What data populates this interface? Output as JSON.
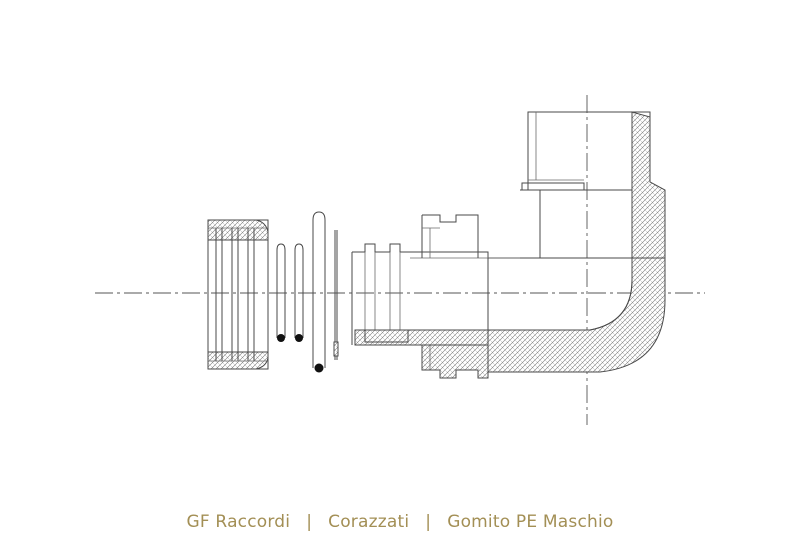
{
  "caption": {
    "brand": "GF Raccordi",
    "separator": "|",
    "category": "Corazzati",
    "product": "Gomito PE Maschio"
  },
  "colors": {
    "caption": "#a38f55",
    "lines": "#4a4a4a",
    "o_rings": "#111111"
  }
}
